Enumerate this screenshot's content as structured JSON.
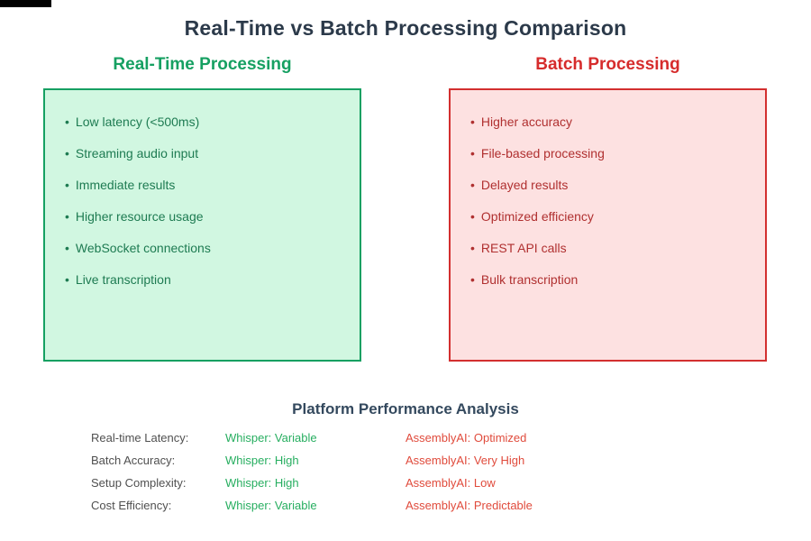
{
  "title": "Real-Time vs Batch Processing Comparison",
  "bullet": "•",
  "colors": {
    "title_text": "#2c3a4a",
    "realtime_accent": "#16a062",
    "realtime_panel_bg": "#d1f7e1",
    "realtime_item_text": "#1e7b52",
    "batch_accent": "#d32f2f",
    "batch_panel_bg": "#fde1e1",
    "batch_item_text": "#b03030",
    "analysis_title_text": "#34495e",
    "metric_label_text": "#505050",
    "whisper_value_text": "#27ae60",
    "assemblyai_value_text": "#e04b3c"
  },
  "panels": {
    "realtime": {
      "heading": "Real-Time Processing",
      "items": [
        "Low latency (<500ms)",
        "Streaming audio input",
        "Immediate results",
        "Higher resource usage",
        "WebSocket connections",
        "Live transcription"
      ]
    },
    "batch": {
      "heading": "Batch Processing",
      "items": [
        "Higher accuracy",
        "File-based processing",
        "Delayed results",
        "Optimized efficiency",
        "REST API calls",
        "Bulk transcription"
      ]
    }
  },
  "analysis": {
    "title": "Platform Performance Analysis",
    "rows": [
      {
        "label": "Real-time Latency:",
        "whisper": "Whisper: Variable",
        "assemblyai": "AssemblyAI: Optimized"
      },
      {
        "label": "Batch Accuracy:",
        "whisper": "Whisper: High",
        "assemblyai": "AssemblyAI: Very High"
      },
      {
        "label": "Setup Complexity:",
        "whisper": "Whisper: High",
        "assemblyai": "AssemblyAI: Low"
      },
      {
        "label": "Cost Efficiency:",
        "whisper": "Whisper: Variable",
        "assemblyai": "AssemblyAI: Predictable"
      }
    ]
  }
}
